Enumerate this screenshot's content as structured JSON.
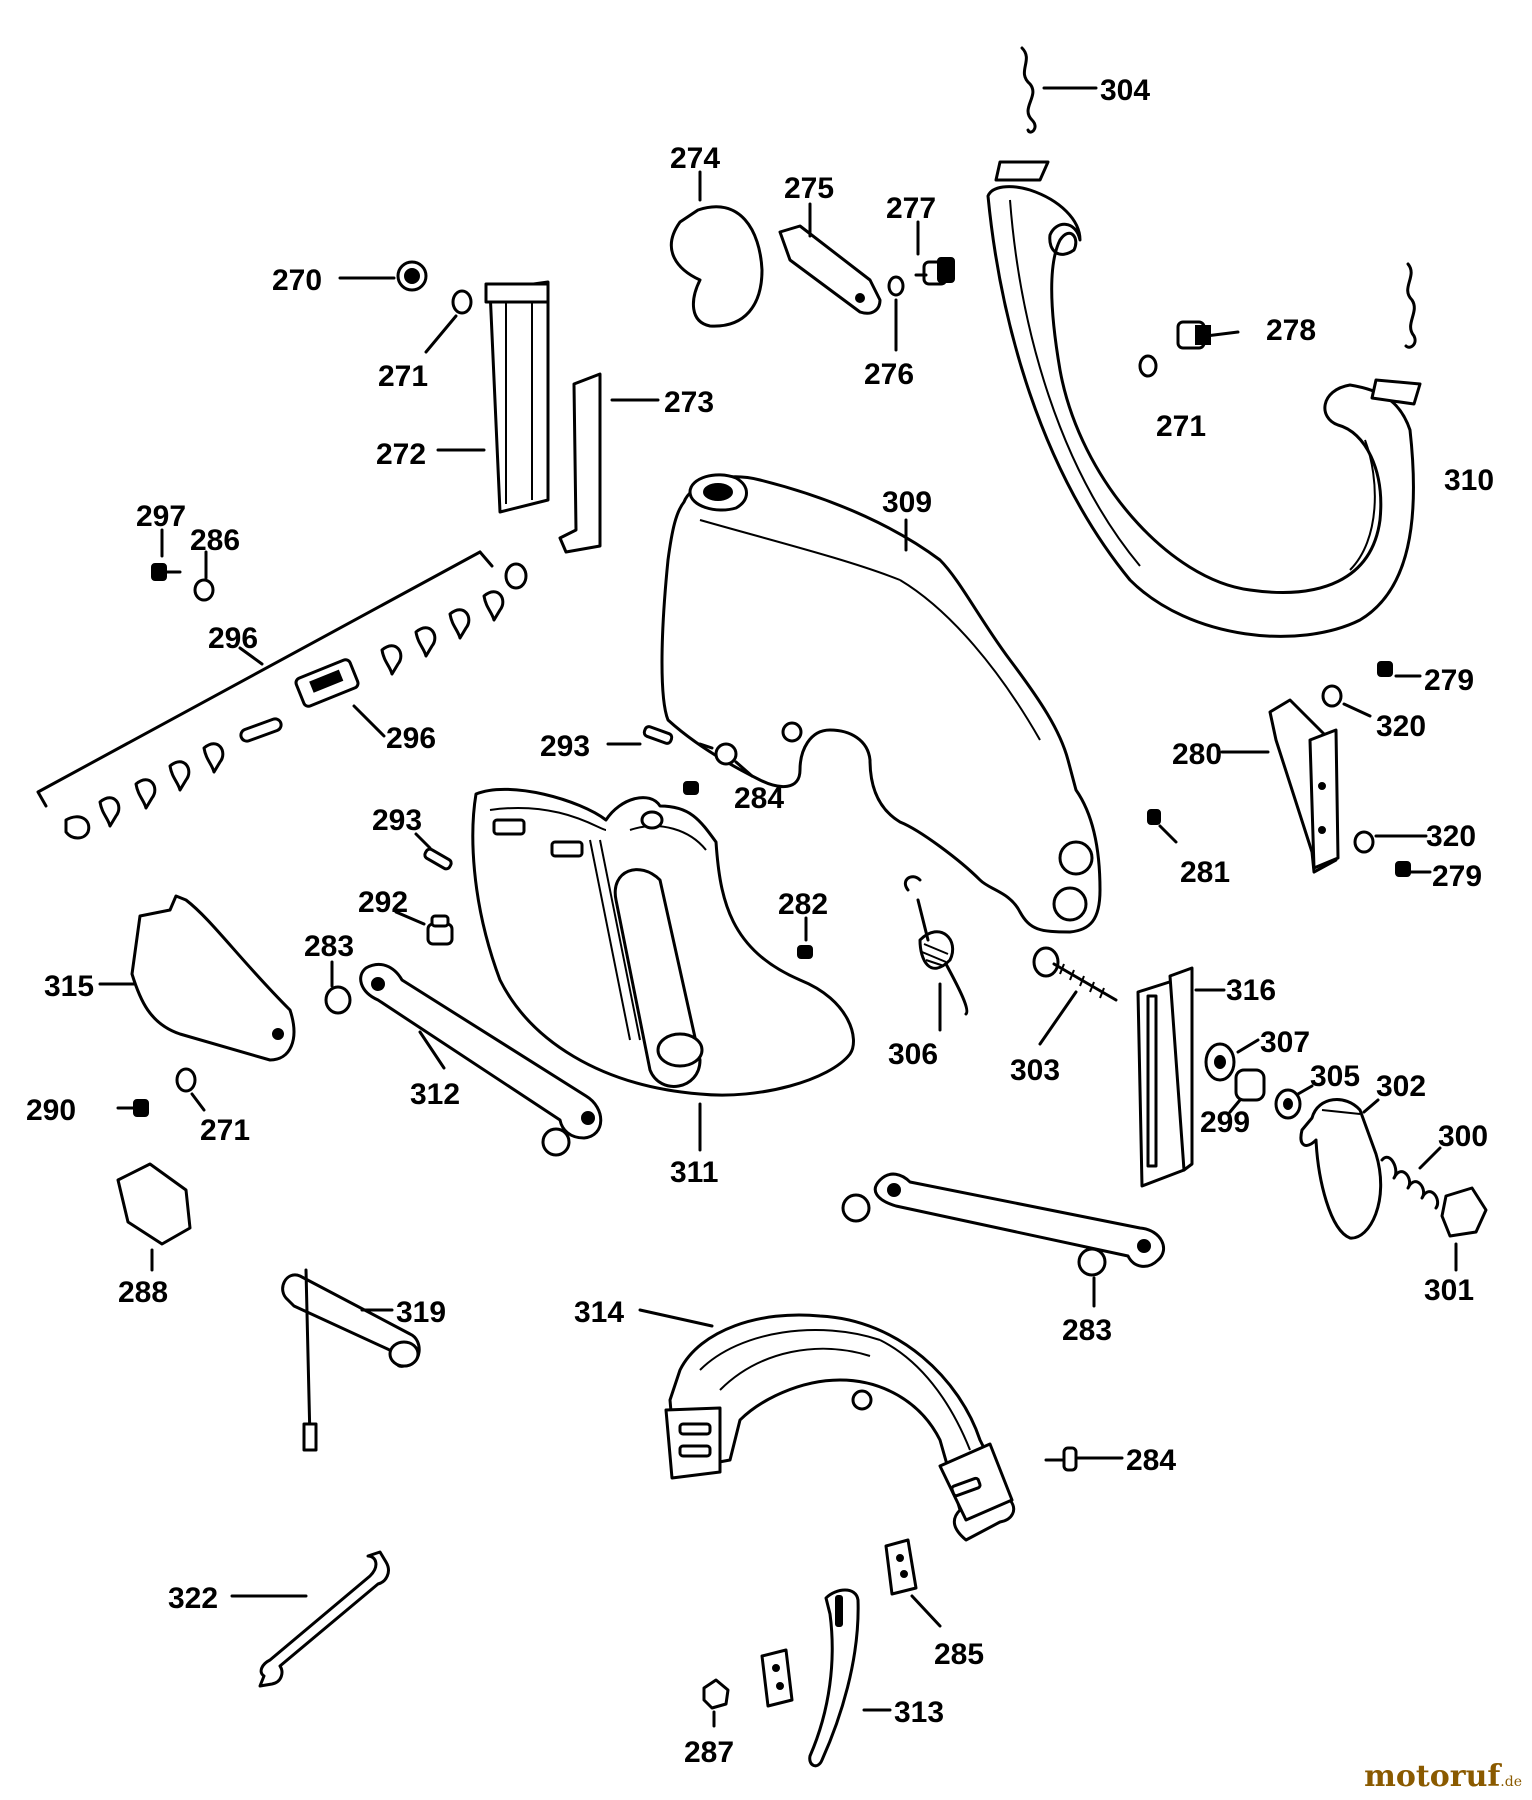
{
  "diagram": {
    "labels": {
      "l270": "270",
      "l271a": "271",
      "l271b": "271",
      "l271c": "271",
      "l272": "272",
      "l273": "273",
      "l274": "274",
      "l275": "275",
      "l276": "276",
      "l277": "277",
      "l278": "278",
      "l279a": "279",
      "l279b": "279",
      "l280": "280",
      "l281": "281",
      "l282": "282",
      "l283a": "283",
      "l283b": "283",
      "l284a": "284",
      "l284b": "284",
      "l285": "285",
      "l286": "286",
      "l287": "287",
      "l288": "288",
      "l290": "290",
      "l292": "292",
      "l293a": "293",
      "l293b": "293",
      "l296a": "296",
      "l296b": "296",
      "l297": "297",
      "l299": "299",
      "l300": "300",
      "l301": "301",
      "l302": "302",
      "l303": "303",
      "l304": "304",
      "l305": "305",
      "l306": "306",
      "l307": "307",
      "l309": "309",
      "l310": "310",
      "l311": "311",
      "l312": "312",
      "l313": "313",
      "l314": "314",
      "l315": "315",
      "l316": "316",
      "l319": "319",
      "l320a": "320",
      "l320b": "320",
      "l322": "322"
    }
  },
  "watermark": {
    "brand": "motoruf",
    "tld": ".de"
  }
}
